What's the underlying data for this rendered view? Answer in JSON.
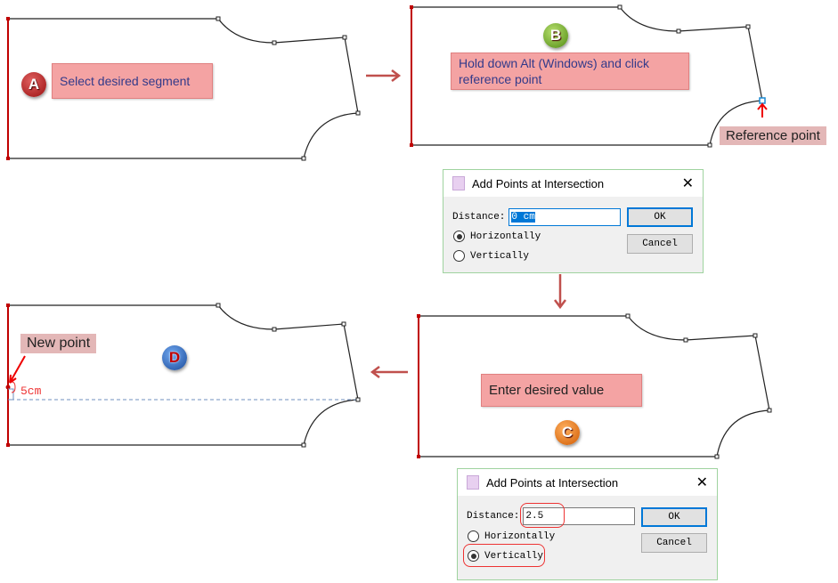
{
  "steps": {
    "a": {
      "badge": "A",
      "label": "Select desired segment"
    },
    "b": {
      "badge": "B",
      "label": "Hold down Alt (Windows) and click reference point",
      "tag": "Reference point"
    },
    "c": {
      "badge": "C",
      "label": "Enter desired value"
    },
    "d": {
      "badge": "D",
      "tag": "New point",
      "measure": "5cm"
    }
  },
  "dialog1": {
    "title": "Add Points at Intersection",
    "distance_label": "Distance:",
    "distance_value": "0 cm",
    "horizontal": "Horizontally",
    "vertical": "Vertically",
    "ok": "OK",
    "cancel": "Cancel",
    "selected": "horizontal"
  },
  "dialog2": {
    "title": "Add Points at Intersection",
    "distance_label": "Distance:",
    "distance_value": "2.5",
    "horizontal": "Horizontally",
    "vertical": "Vertically",
    "ok": "OK",
    "cancel": "Cancel",
    "selected": "vertical"
  },
  "colors": {
    "accent": "#c00000",
    "label_bg": "#f4a3a3",
    "arrow": "#c0504d"
  }
}
